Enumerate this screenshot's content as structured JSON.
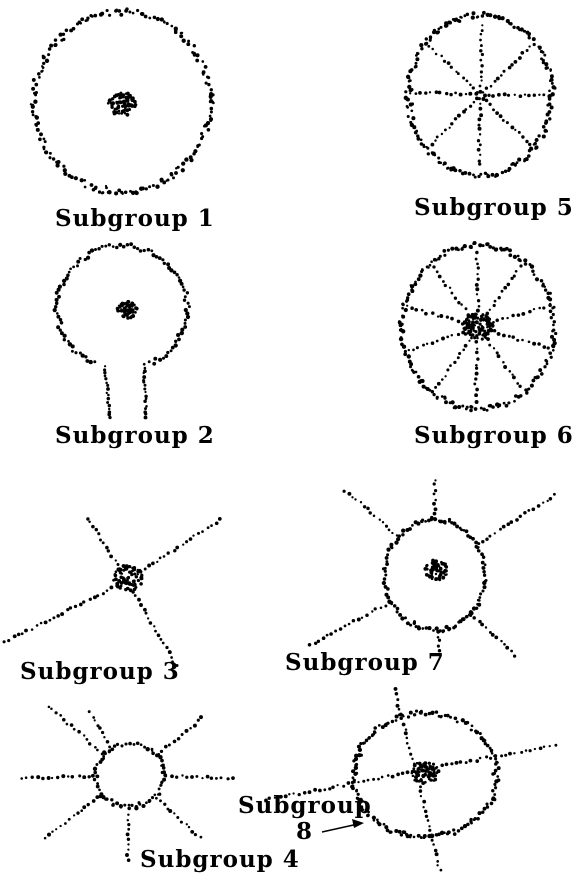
{
  "figure": {
    "ink_color": "#000000",
    "background": "#ffffff",
    "subgroups": [
      {
        "id": 1,
        "label": "Subgroup 1",
        "shape": "large dotted circle with dense nucleus"
      },
      {
        "id": 2,
        "label": "Subgroup 2",
        "shape": "dotted bulb with stalk and nucleus"
      },
      {
        "id": 3,
        "label": "Subgroup 3",
        "shape": "dense nucleus with radiating dotted arms"
      },
      {
        "id": 4,
        "label": "Subgroup 4",
        "shape": "small dotted ring with radiating arms"
      },
      {
        "id": 5,
        "label": "Subgroup 5",
        "shape": "dotted circle with radial spokes, no nucleus"
      },
      {
        "id": 6,
        "label": "Subgroup 6",
        "shape": "dotted circle with radial spokes and nucleus"
      },
      {
        "id": 7,
        "label": "Subgroup 7",
        "shape": "dotted ring with nucleus and radiating arms"
      },
      {
        "id": 8,
        "label_line1": "Subgroup",
        "label_line2": "8",
        "shape": "dotted ring with crossing arms and nucleus"
      }
    ]
  }
}
